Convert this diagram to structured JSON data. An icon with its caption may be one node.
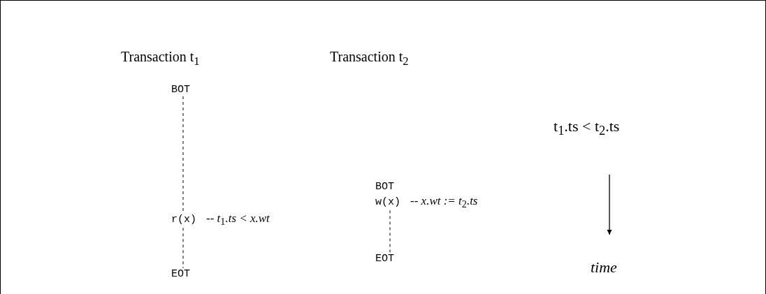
{
  "diagram": {
    "nodes": [
      {
        "text": [
          "BOT"
        ]
      },
      {
        "text": [
          "r(x)"
        ],
        "beside": [
          "-- *t*$_{1}$*.ts < x.wt*"
        ]
      },
      {
        "text": [
          "EOT"
        ]
      },
      {
        "text": [
          "BOT"
        ]
      },
      {
        "text": [
          "w(x)"
        ],
        "beside": [
          "-- *x.wt := t*$_{2}$*.ts*"
        ]
      },
      {
        "text": [
          "EOT"
        ]
      }
    ],
    "edges": [
      {
        "from": 0,
        "to": 1,
        "arrow": "none",
        "style": "dashed"
      },
      {
        "from": 1,
        "to": 2,
        "arrow": "none",
        "style": "dashed"
      },
      {
        "from": 4,
        "to": 5,
        "arrow": "none",
        "style": "dashed"
      }
    ],
    "labels": [
      "Transaction t$_{1}$",
      "Transaction t$_{2}$",
      "t$_{1}$.ts < t$_{2}$.ts",
      "time"
    ]
  }
}
